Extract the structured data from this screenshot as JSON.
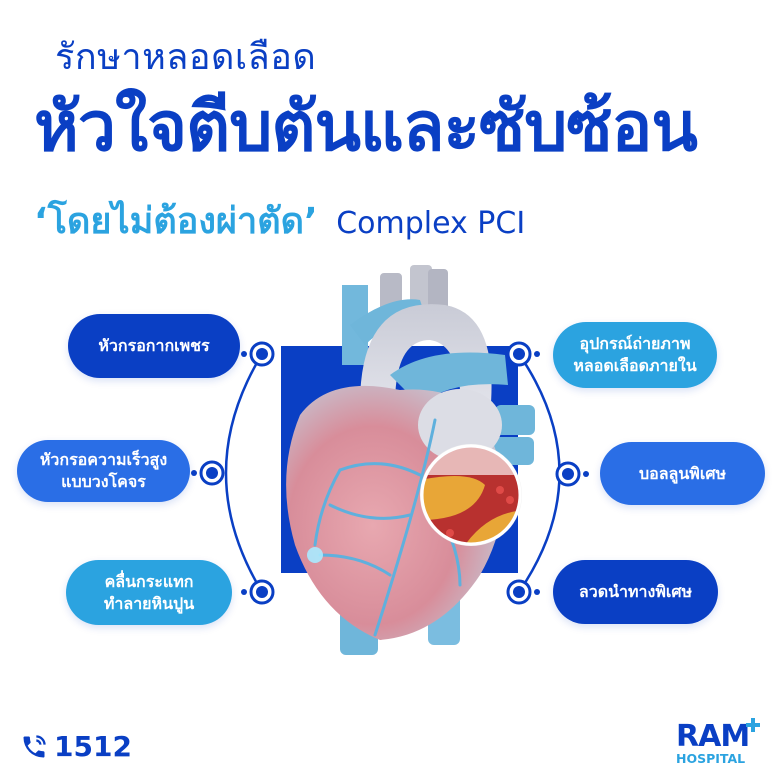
{
  "header": {
    "line1": "รักษาหลอดเลือด",
    "line2": "หัวใจตีบตันและซับซ้อน",
    "line3_thai": "‘โดยไม่ต้องผ่าตัด’",
    "line3_eng": "Complex PCI"
  },
  "left_features": [
    {
      "label": "หัวกรอกากเพชร",
      "color": "#0a3fc4"
    },
    {
      "label": "หัวกรอความเร็วสูงแบบวงโคจร",
      "line1": "หัวกรอความเร็วสูง",
      "line2": "แบบวงโคจร",
      "color": "#2a6ee6"
    },
    {
      "label": "คลื่นกระแทกทำลายหินปูน",
      "line1": "คลื่นกระแทก",
      "line2": "ทำลายหินปูน",
      "color": "#2ba3e0"
    }
  ],
  "right_features": [
    {
      "label": "อุปกรณ์ถ่ายภาพหลอดเลือดภายใน",
      "line1": "อุปกรณ์ถ่ายภาพ",
      "line2": "หลอดเลือดภายใน",
      "color": "#2ba3e0"
    },
    {
      "label": "บอลลูนพิเศษ",
      "color": "#2a6ee6"
    },
    {
      "label": "ลวดนำทางพิเศษ",
      "color": "#0a3fc4"
    }
  ],
  "illustration": {
    "subject": "heart-with-artery-plaque-inset"
  },
  "footer": {
    "phone_icon": "phone-icon",
    "phone_number": "1512",
    "logo_main": "RAM",
    "logo_sub": "HOSPITAL"
  },
  "colors": {
    "primary": "#0a3fc4",
    "secondary": "#2a6ee6",
    "accent": "#2ba3e0"
  }
}
